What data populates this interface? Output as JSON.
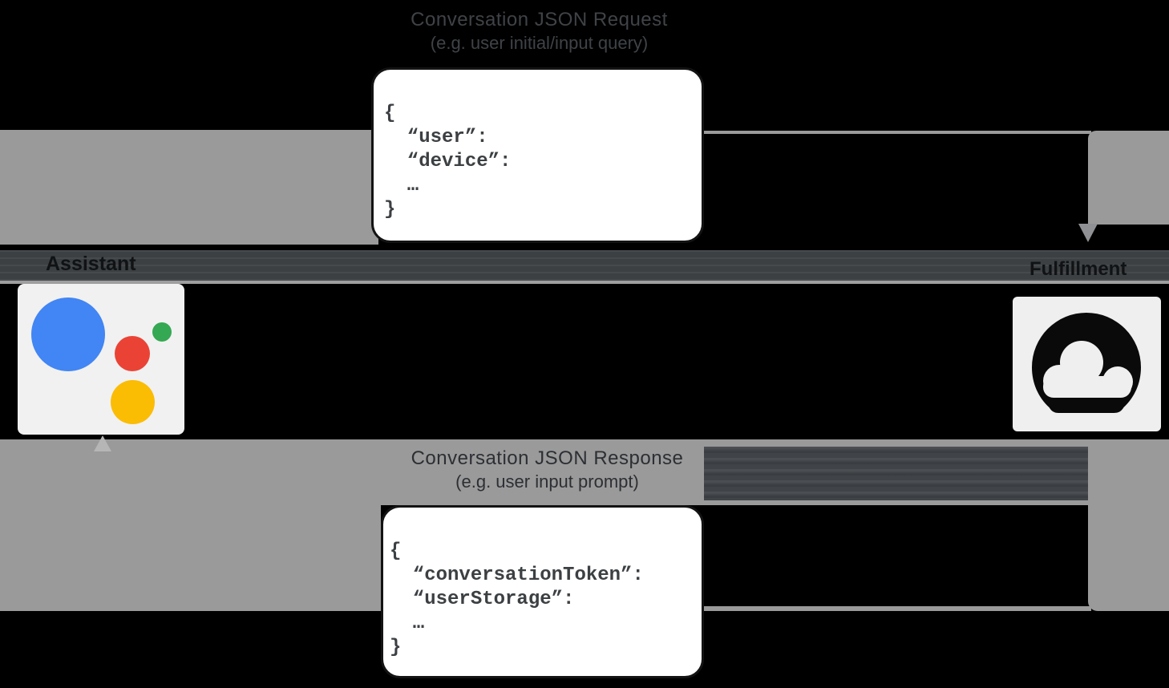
{
  "colors": {
    "background": "#000000",
    "arrow_gray": "#9a9a9a",
    "arrowhead_gray": "#8f9194",
    "arrowhead_light": "#b6b6b6",
    "band_dark": "#3c4043",
    "band_line": "#9e9e9e",
    "smear_dark": "#404448",
    "tile_bg": "#f1f1f1",
    "tile_bg2": "#efefef",
    "box_bg": "#ffffff",
    "box_border": "#131313",
    "code_text": "#3c4043",
    "label_top_text": "#3f4347",
    "label_bottom_text": "#2c2f33",
    "actor_text": "#101214",
    "assistant_blue": "#4285f4",
    "assistant_red": "#ea4335",
    "assistant_yellow": "#fbbc04",
    "assistant_green": "#34a853",
    "cloud_black": "#0a0a0a"
  },
  "request_label": {
    "line1": "Conversation JSON Request",
    "line2": "(e.g. user initial/input query)"
  },
  "request_json": {
    "lines": [
      "{",
      "  “user”:",
      "  “device”:",
      "  …",
      "}"
    ]
  },
  "response_label": {
    "line1": "Conversation JSON Response",
    "line2": "(e.g. user input prompt)"
  },
  "response_json": {
    "lines": [
      "{",
      "  “conversationToken”:",
      "  “userStorage”:",
      "  …",
      "}"
    ]
  },
  "actors": {
    "assistant_label": "Assistant",
    "fulfillment_label": "Fulfillment"
  },
  "icons": {
    "assistant": "google-assistant-logo",
    "fulfillment": "cloud-icon"
  }
}
